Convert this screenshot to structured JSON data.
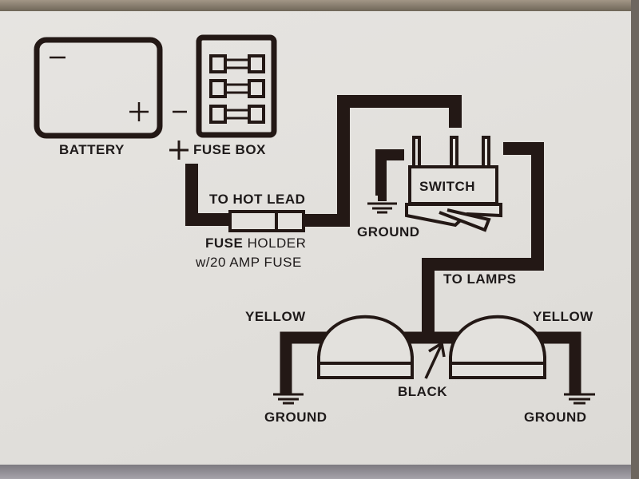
{
  "diagram": {
    "title": "Fog lamp wiring diagram",
    "colors": {
      "ink": "#231815",
      "paper": "#e3e1dd"
    },
    "components": {
      "battery": {
        "label": "BATTERY",
        "negative_symbol": "−",
        "positive_symbol": "+"
      },
      "fuse_box": {
        "label": "FUSE BOX",
        "negative_symbol": "−",
        "positive_symbol": "+"
      },
      "fuse_holder": {
        "top_label": "TO HOT LEAD",
        "label_bold": "FUSE",
        "label_rest": " HOLDER",
        "sub_label": "w/20 AMP FUSE"
      },
      "switch": {
        "label": "SWITCH",
        "ground_label": "GROUND"
      },
      "lamps": {
        "feed_label": "TO LAMPS",
        "left_wire_label": "YELLOW",
        "right_wire_label": "YELLOW",
        "common_wire_label": "BLACK",
        "left_ground_label": "GROUND",
        "right_ground_label": "GROUND"
      }
    }
  }
}
